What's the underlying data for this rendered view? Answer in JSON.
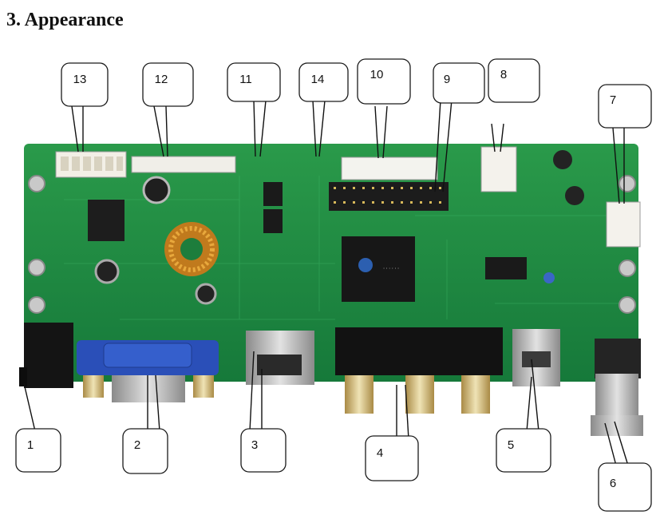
{
  "title": "3. Appearance",
  "photo": {
    "subject": "lcd-controller-board",
    "board_color": "#1c8a3e"
  },
  "callouts": [
    "1",
    "2",
    "3",
    "4",
    "5",
    "6",
    "7",
    "8",
    "9",
    "10",
    "11",
    "12",
    "13",
    "14"
  ]
}
